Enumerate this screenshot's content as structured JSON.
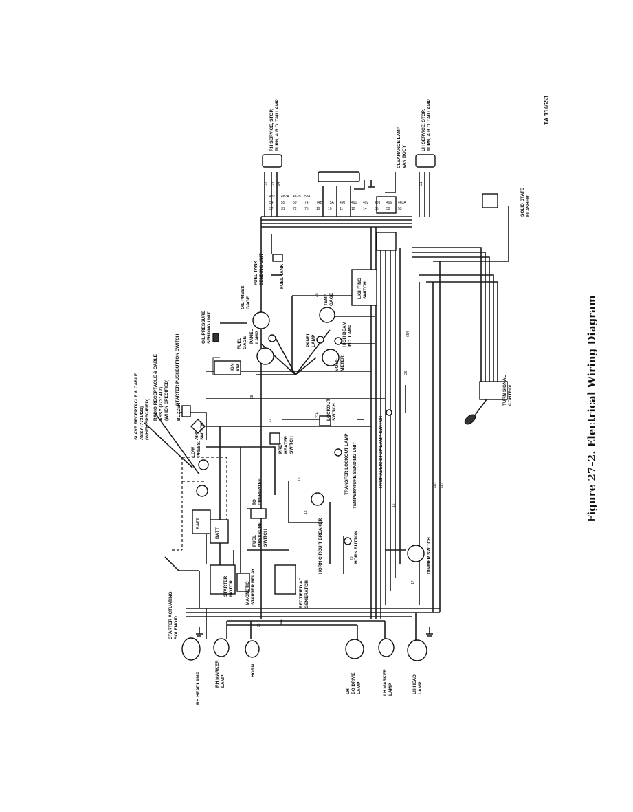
{
  "figure": {
    "caption": "Figure 27–2.  Electrical Wiring Diagram",
    "code": "TA 114653"
  },
  "labels": {
    "rh_taillamp": [
      "RH SERVICE, STOP,",
      "TURN, & B.O. TAILLAMP"
    ],
    "lh_taillamp": [
      "LH SERVICE, STOP,",
      "TURN, & B.O. TAILLAMP"
    ],
    "clearance_lamp": [
      "CLEARANCE LAMP",
      "VAN BODY"
    ],
    "flasher": [
      "SOLID STATE",
      "FLASHER"
    ],
    "fuel_tank_unit": [
      "FUEL TANK",
      "SENDING UNIT"
    ],
    "fuel_tank": "FUEL TANK",
    "lighting_switch": [
      "LIGHTING",
      "SWITCH"
    ],
    "oil_press_gage": [
      "OIL PRESS",
      "GAGE"
    ],
    "oil_pressure_unit": [
      "OIL PRESSURE",
      "SENDING UNIT"
    ],
    "temp_gage": [
      "TEMP",
      "GAGE"
    ],
    "fuel_gage": [
      "FUEL",
      "GAGE"
    ],
    "panel_lamp_1": [
      "PANEL",
      "LAMP"
    ],
    "panel_lamp_2": [
      "PANEL",
      "LAMP"
    ],
    "high_beam": [
      "HIGH BEAM",
      "IND. LAMP"
    ],
    "voltmeter": [
      "VOLT-",
      "METER"
    ],
    "ign_sw": [
      "IGN",
      "SW"
    ],
    "slave_receptacle": [
      "SLAVE RECEPTACLE & CABLE",
      "ASSY (7731421)",
      "(WHEN SPECIFIED)"
    ],
    "radio_receptacle": [
      "RADIO RECEPTACLE & CABLE",
      "ASSY (7731417)",
      "(WHEN SPECIFIED)"
    ],
    "starter_pushbutton": "STARTER PUSHBUTTON SWITCH",
    "buzzer": "BUZZER",
    "air_switch": [
      "AIR",
      "SWITCH"
    ],
    "low_press": [
      "LOW",
      "PRESS."
    ],
    "preheater_switch": [
      "PRE-",
      "HEATER",
      "SWITCH"
    ],
    "lockout_switch": [
      "LOCKOUT",
      "SWITCH"
    ],
    "transfer_lockout_lamp": "TRANSFER LOCKOUT LAMP",
    "temp_sending_unit": "TEMPERATURE SENDING UNIT",
    "hydraulic_stop": "HYDRAULIC STOP LAMP SWITCH",
    "to_preheater": [
      "TO",
      "PREHEATER"
    ],
    "fuel_pressure_switch": [
      "FUEL",
      "PRESSURE",
      "SWITCH"
    ],
    "horn_breaker": "HORN CIRCUIT BREAKER",
    "horn_button": "HORN BUTTON",
    "turn_signal": [
      "TURN SIGNAL",
      "CONTROL"
    ],
    "dimmer_switch": "DIMMER SWITCH",
    "starter_solenoid": [
      "STARTER ACTUATING",
      "SOLENOID"
    ],
    "starter_motor": [
      "STARTER",
      "MOTOR"
    ],
    "magnetic_relay": [
      "MAGNETIC",
      "STARTER RELAY"
    ],
    "generator": [
      "RECTIFIED AC",
      "GENERATOR"
    ],
    "rh_headlamp": "RH HEADLAMP",
    "rh_marker": [
      "RH MARKER",
      "LAMP"
    ],
    "horn": "HORN",
    "lh_bo_drive": [
      "LH",
      "BO DRIVE",
      "LAMP"
    ],
    "lh_marker": [
      "LH MARKER",
      "LAMP"
    ],
    "lh_headlamp": [
      "LH HEAD",
      "LAMP"
    ],
    "batt_1": "BATT",
    "batt_2": "BATT"
  },
  "wire_numbers": [
    "460",
    "461",
    "22",
    "23",
    "24",
    "21",
    "25",
    "26",
    "27",
    "27A",
    "28",
    "29",
    "40",
    "37",
    "31",
    "72",
    "75",
    "17",
    "16",
    "18",
    "19",
    "15",
    "10",
    "11",
    "12",
    "14",
    "35",
    "52",
    "53",
    "54",
    "55",
    "59",
    "74",
    "74A",
    "74B",
    "75A",
    "490",
    "491",
    "492",
    "489",
    "496",
    "460A",
    "487",
    "487A",
    "487B",
    "584",
    "654"
  ]
}
